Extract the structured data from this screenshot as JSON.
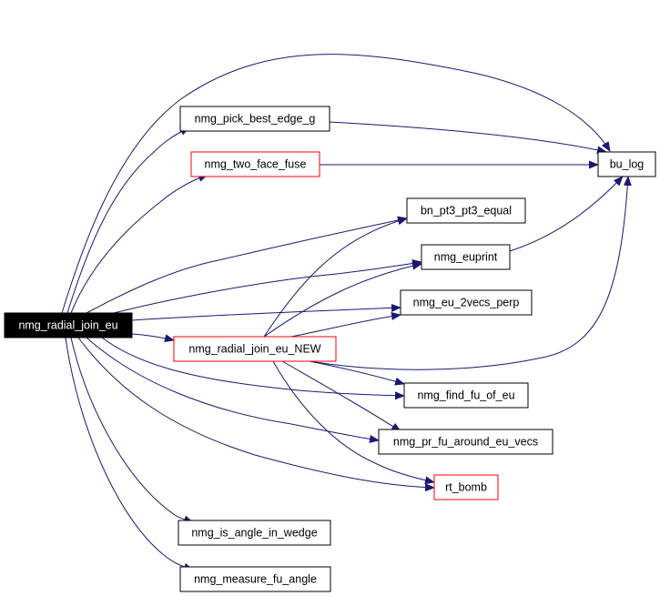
{
  "colors": {
    "edge": "#191970",
    "node_border": "#000000",
    "node_border_red": "#ff0000",
    "root_fill": "#000000",
    "root_text": "#ffffff",
    "node_fill": "#ffffff",
    "node_text": "#000000"
  },
  "nodes": [
    {
      "id": "root",
      "label": "nmg_radial_join_eu",
      "style": "root"
    },
    {
      "id": "pick",
      "label": "nmg_pick_best_edge_g",
      "style": "normal"
    },
    {
      "id": "fuse",
      "label": "nmg_two_face_fuse",
      "style": "red"
    },
    {
      "id": "bulog",
      "label": "bu_log",
      "style": "normal"
    },
    {
      "id": "bnpt3",
      "label": "bn_pt3_pt3_equal",
      "style": "normal"
    },
    {
      "id": "euprint",
      "label": "nmg_euprint",
      "style": "normal"
    },
    {
      "id": "perp",
      "label": "nmg_eu_2vecs_perp",
      "style": "normal"
    },
    {
      "id": "new",
      "label": "nmg_radial_join_eu_NEW",
      "style": "red"
    },
    {
      "id": "findfu",
      "label": "nmg_find_fu_of_eu",
      "style": "normal"
    },
    {
      "id": "prfu",
      "label": "nmg_pr_fu_around_eu_vecs",
      "style": "normal"
    },
    {
      "id": "bomb",
      "label": "rt_bomb",
      "style": "red"
    },
    {
      "id": "wedge",
      "label": "nmg_is_angle_in_wedge",
      "style": "normal"
    },
    {
      "id": "angle",
      "label": "nmg_measure_fu_angle",
      "style": "normal"
    }
  ],
  "edges": [
    {
      "from": "root",
      "to": "bulog"
    },
    {
      "from": "root",
      "to": "pick"
    },
    {
      "from": "root",
      "to": "fuse"
    },
    {
      "from": "root",
      "to": "bnpt3"
    },
    {
      "from": "root",
      "to": "euprint"
    },
    {
      "from": "root",
      "to": "perp"
    },
    {
      "from": "root",
      "to": "new"
    },
    {
      "from": "root",
      "to": "findfu"
    },
    {
      "from": "root",
      "to": "prfu"
    },
    {
      "from": "root",
      "to": "bomb"
    },
    {
      "from": "root",
      "to": "wedge"
    },
    {
      "from": "root",
      "to": "angle"
    },
    {
      "from": "pick",
      "to": "bulog"
    },
    {
      "from": "fuse",
      "to": "bulog"
    },
    {
      "from": "euprint",
      "to": "bulog"
    },
    {
      "from": "new",
      "to": "bnpt3"
    },
    {
      "from": "new",
      "to": "euprint"
    },
    {
      "from": "new",
      "to": "perp"
    },
    {
      "from": "new",
      "to": "bulog"
    },
    {
      "from": "new",
      "to": "findfu"
    },
    {
      "from": "new",
      "to": "prfu"
    },
    {
      "from": "new",
      "to": "bomb"
    }
  ]
}
